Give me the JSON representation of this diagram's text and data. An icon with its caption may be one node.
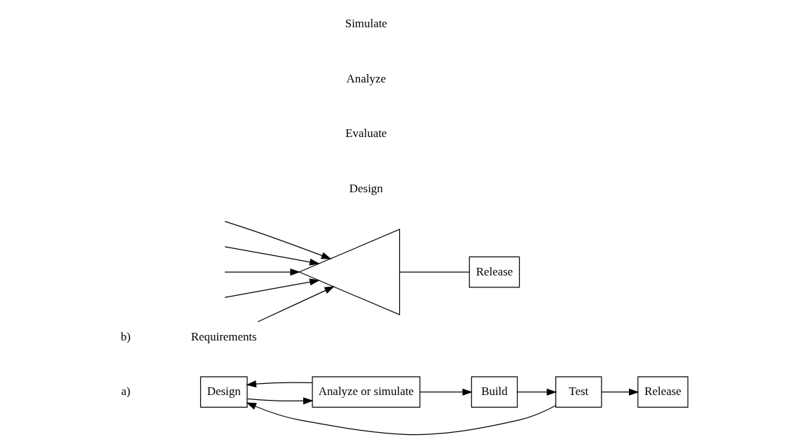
{
  "diagram": {
    "nodes": [
      {
        "text": [
          "Design"
        ]
      },
      {
        "text": [
          "Analyze or simulate"
        ]
      },
      {
        "text": [
          "Build"
        ]
      },
      {
        "text": [
          "Test"
        ]
      },
      {
        "text": [
          "Release"
        ]
      },
      {
        "text": [
          "Requirements"
        ]
      },
      {
        "text": [],
        "shape": "cone"
      },
      {
        "text": [
          "Release"
        ]
      }
    ],
    "edges": [
      {
        "from": 0,
        "to": 1,
        "arrow": "to"
      },
      {
        "from": 1,
        "to": 2,
        "arrow": "to"
      },
      {
        "from": 2,
        "to": 3,
        "arrow": "to"
      },
      {
        "from": 3,
        "to": 4,
        "arrow": "to"
      },
      {
        "from": 1,
        "to": 0,
        "arrow": "to"
      },
      {
        "from": 3,
        "to": 0,
        "arrow": "to"
      },
      {
        "from": null,
        "to": 6,
        "arrow": "to"
      },
      {
        "from": null,
        "to": 6,
        "arrow": "to"
      },
      {
        "from": 5,
        "to": 6,
        "arrow": "to"
      },
      {
        "from": null,
        "to": 6,
        "arrow": "to"
      },
      {
        "from": null,
        "to": 6,
        "arrow": "to"
      },
      {
        "from": 6,
        "to": 7,
        "arrow": "none"
      }
    ],
    "labels": [
      "a)",
      "b)",
      "Design",
      "Evaluate",
      "Analyze",
      "Simulate"
    ]
  }
}
